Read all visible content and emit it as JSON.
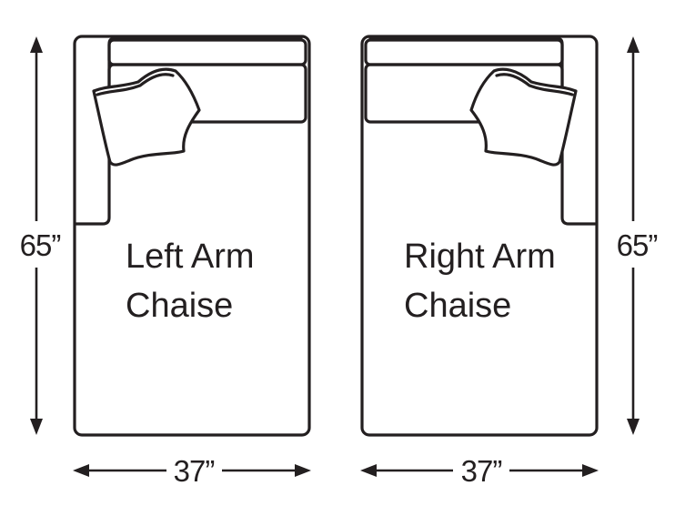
{
  "left_chaise": {
    "label_line1": "Left Arm",
    "label_line2": "Chaise",
    "height": "65”",
    "width": "37”"
  },
  "right_chaise": {
    "label_line1": "Right Arm",
    "label_line2": "Chaise",
    "height": "65”",
    "width": "37”"
  },
  "colors": {
    "line": "#231f20",
    "background": "#ffffff"
  }
}
